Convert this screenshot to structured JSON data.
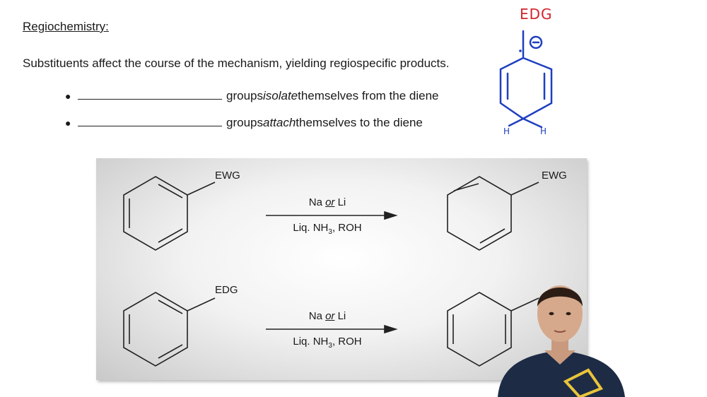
{
  "heading": {
    "text": "Regiochemistry",
    "colon": ":"
  },
  "intro": "Substituents affect the course of the mechanism, yielding regiospecific products.",
  "bullets": [
    {
      "pre": "groups ",
      "emph": "isolate",
      "post": " themselves from the diene"
    },
    {
      "pre": "groups ",
      "emph": "attach",
      "post": " themselves to the diene"
    }
  ],
  "reactions": [
    {
      "substituent": "EWG",
      "reagent_top": {
        "a": "Na ",
        "or": "or",
        "b": " Li"
      },
      "reagent_bottom": {
        "a": "Liq. NH",
        "sub": "3",
        "b": ", ROH"
      },
      "product_substituent": "EWG"
    },
    {
      "substituent": "EDG",
      "reagent_top": {
        "a": "Na ",
        "or": "or",
        "b": " Li"
      },
      "reagent_bottom": {
        "a": "Liq. NH",
        "sub": "3",
        "b": ", ROH"
      },
      "product_substituent": ""
    }
  ],
  "annotation": {
    "label": "EDG",
    "charge": "⊖",
    "h_left": "H",
    "h_right": "H",
    "color": "#d4232a",
    "ink_color": "#1f3fbf"
  }
}
